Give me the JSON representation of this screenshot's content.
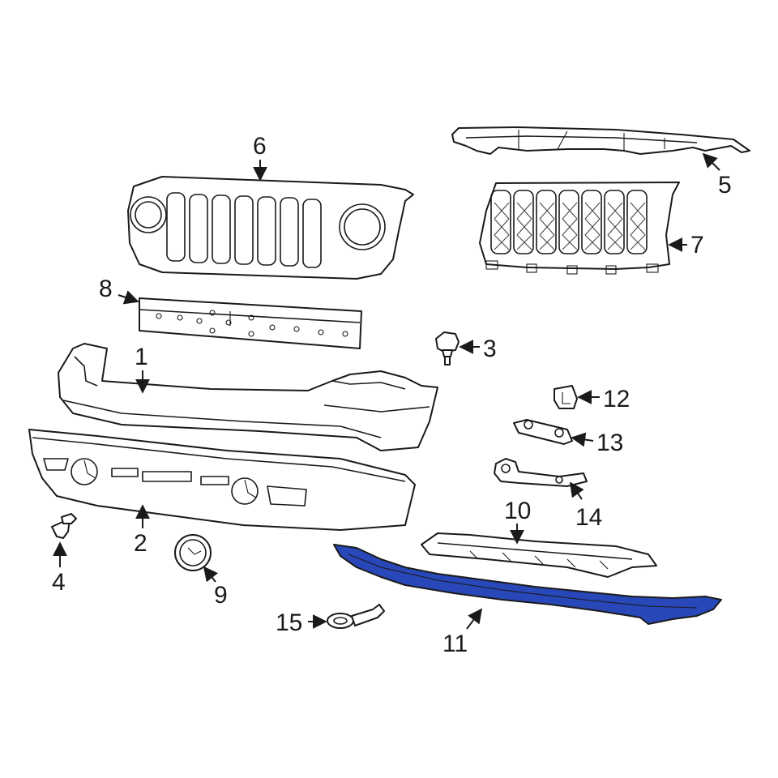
{
  "colors": {
    "line": "#1a1a1a",
    "highlight": "#2847b8",
    "background": "#ffffff"
  },
  "callouts": {
    "p1": "1",
    "p2": "2",
    "p3": "3",
    "p4": "4",
    "p5": "5",
    "p6": "6",
    "p7": "7",
    "p8": "8",
    "p9": "9",
    "p10": "10",
    "p11": "11",
    "p12": "12",
    "p13": "13",
    "p14": "14",
    "p15": "15"
  }
}
